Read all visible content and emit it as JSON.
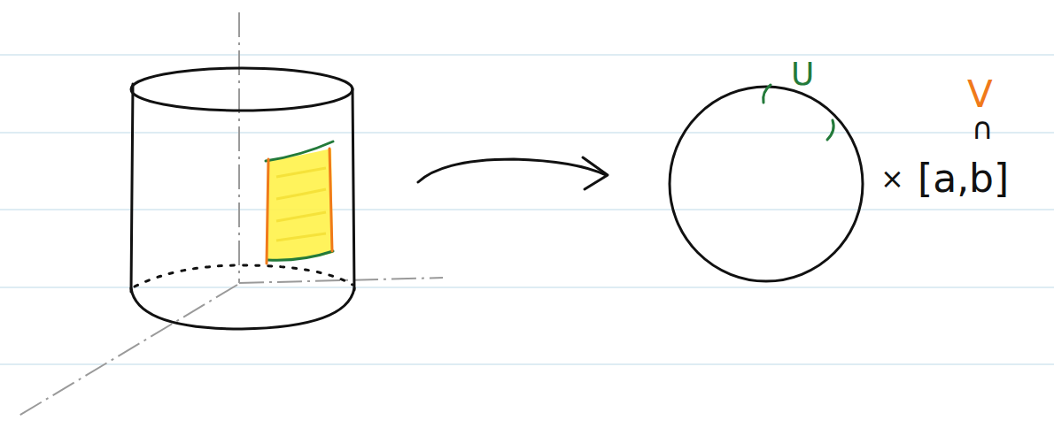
{
  "diagram": {
    "labels": [
      "U",
      "V",
      "∩",
      "×",
      "[a,b]"
    ]
  }
}
